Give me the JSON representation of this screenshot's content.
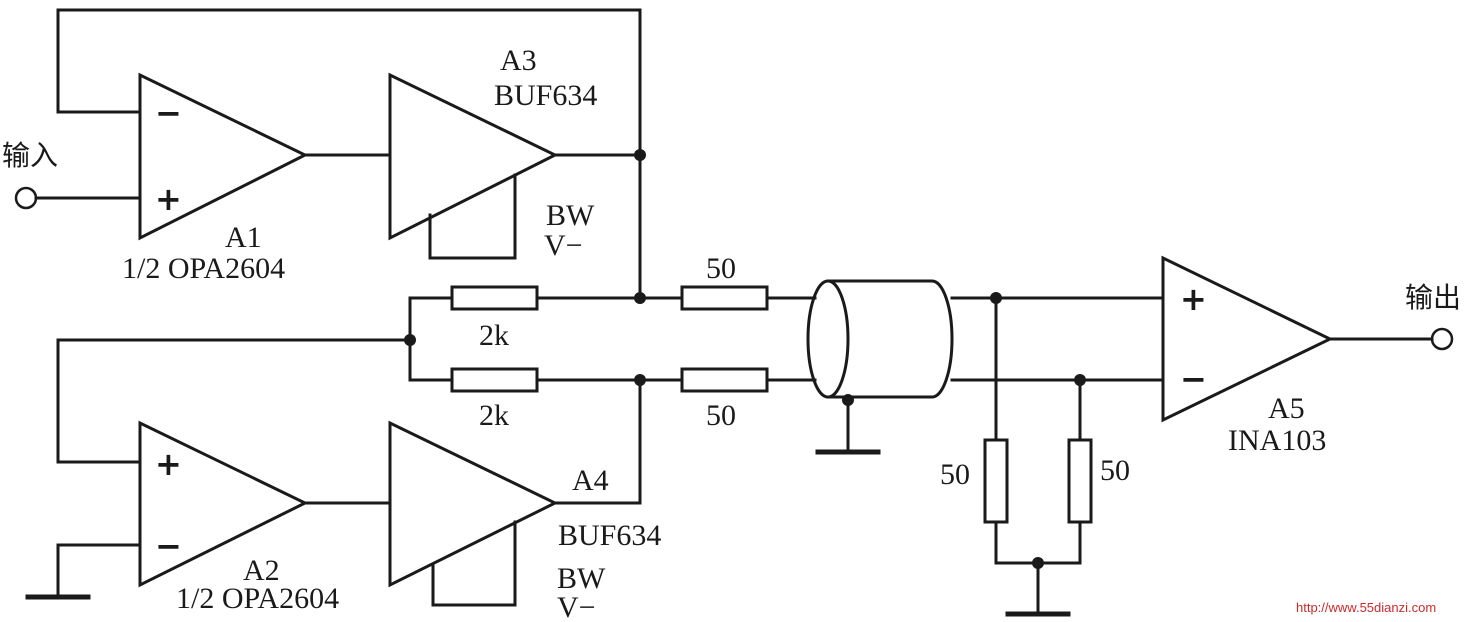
{
  "labels": {
    "input": "输入",
    "output": "输出",
    "a1_name": "A1",
    "a1_part": "1/2 OPA2604",
    "a2_name": "A2",
    "a2_part": "1/2 OPA2604",
    "a3_name": "A3",
    "a3_part": "BUF634",
    "a4_name": "A4",
    "a4_part": "BUF634",
    "a5_name": "A5",
    "a5_part": "INA103",
    "bw_top": "BW",
    "v_top": "V−",
    "bw_bottom": "BW",
    "v_bottom": "V−",
    "r_2k_top": "2k",
    "r_2k_bottom": "2k",
    "r_50_top": "50",
    "r_50_bottom": "50",
    "r_50_left": "50",
    "r_50_right": "50",
    "plus": "+",
    "minus": "−",
    "watermark": "http://www.55dianzi.com"
  },
  "colors": {
    "ink": "#1a1a1a",
    "watermark": "#cc2a2a"
  }
}
